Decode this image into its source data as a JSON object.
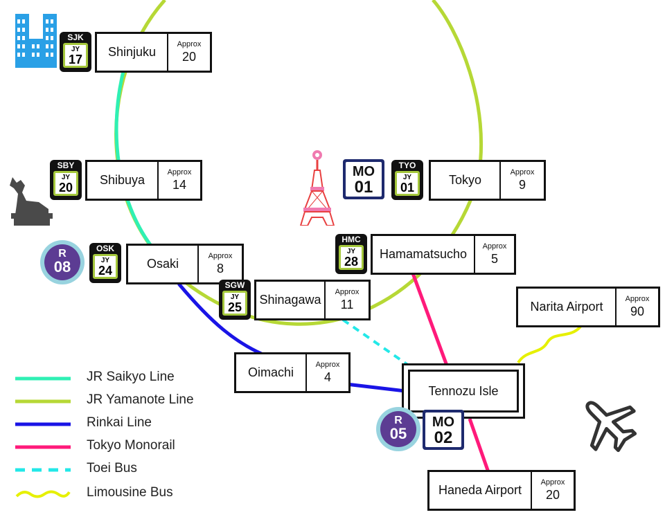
{
  "legend": [
    {
      "label": "JR Saikyo Line",
      "color": "#2ff0b4",
      "style": "solid"
    },
    {
      "label": "JR Yamanote Line",
      "color": "#b6d836",
      "style": "solid"
    },
    {
      "label": "Rinkai Line",
      "color": "#1a14e6",
      "style": "solid"
    },
    {
      "label": "Tokyo Monorail",
      "color": "#ff1a7a",
      "style": "solid"
    },
    {
      "label": "Toei Bus",
      "color": "#23e8e8",
      "style": "dashed"
    },
    {
      "label": "Limousine Bus",
      "color": "#e6f000",
      "style": "wavy"
    }
  ],
  "stations": {
    "shinjuku": {
      "name": "Shinjuku",
      "approx_label": "Approx",
      "minutes": "20",
      "code": "SJK",
      "line": "JY",
      "number": "17"
    },
    "shibuya": {
      "name": "Shibuya",
      "approx_label": "Approx",
      "minutes": "14",
      "code": "SBY",
      "line": "JY",
      "number": "20"
    },
    "osaki": {
      "name": "Osaki",
      "approx_label": "Approx",
      "minutes": "8",
      "code": "OSK",
      "line": "JY",
      "number": "24",
      "rinkai_line": "R",
      "rinkai_number": "08"
    },
    "shinagawa": {
      "name": "Shinagawa",
      "approx_label": "Approx",
      "minutes": "11",
      "code": "SGW",
      "line": "JY",
      "number": "25"
    },
    "tokyo": {
      "name": "Tokyo",
      "approx_label": "Approx",
      "minutes": "9",
      "code": "TYO",
      "line": "JY",
      "number": "01",
      "monorail_line": "MO",
      "monorail_number": "01"
    },
    "hamamatsucho": {
      "name": "Hamamatsucho",
      "approx_label": "Approx",
      "minutes": "5",
      "code": "HMC",
      "line": "JY",
      "number": "28"
    },
    "oimachi": {
      "name": "Oimachi",
      "approx_label": "Approx",
      "minutes": "4"
    },
    "narita": {
      "name": "Narita Airport",
      "approx_label": "Approx",
      "minutes": "90"
    },
    "haneda": {
      "name": "Haneda Airport",
      "approx_label": "Approx",
      "minutes": "20"
    },
    "tennozu": {
      "name": "Tennozu Isle",
      "rinkai_line": "R",
      "rinkai_number": "05",
      "monorail_line": "MO",
      "monorail_number": "02"
    }
  },
  "icons": {
    "shinjuku": "skyscraper-icon",
    "shibuya": "hachiko-dog-statue-icon",
    "tokyo": "tokyo-tower-icon",
    "tennozu": "airplane-icon"
  }
}
